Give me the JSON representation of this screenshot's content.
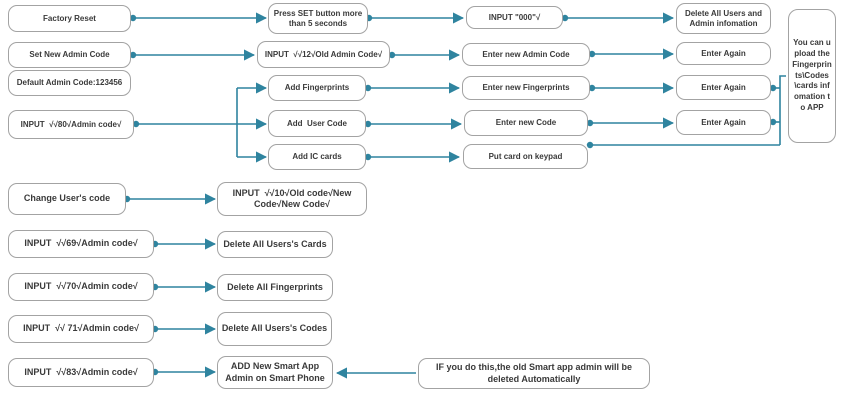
{
  "colors": {
    "connector_line": "#2f849f",
    "box_border": "#a3a3a3",
    "box_fill": "#ffffff",
    "text": "#3a3a3a"
  },
  "nodes": {
    "factory_reset": "Factory Reset",
    "press_set": "Press SET button more than 5 seconds",
    "input_000": "INPUT \"000\"√",
    "delete_all_users_admin": "Delete All Users and Admin infomation",
    "set_new_admin_code": "Set New Admin Code",
    "input_12": "INPUT  √√12√Old Admin Code√",
    "enter_new_admin_code": "Enter new Admin Code",
    "enter_again_admin": "Enter Again",
    "default_admin_code": "Default Admin Code:123456",
    "add_fingerprints": "Add Fingerprints",
    "enter_new_fingerprints": "Enter new Fingerprints",
    "enter_again_fingerprints": "Enter Again",
    "input_80": "INPUT  √√80√Admin code√",
    "add_user_code": "Add  User Code",
    "enter_new_code": "Enter new Code",
    "enter_again_code": "Enter Again",
    "add_ic_cards": "Add IC cards",
    "put_card_on_keypad": "Put card on keypad",
    "upload_note": "You can upload the Fingerprints\\Codes \\cards infomation to APP",
    "change_users_code": "Change User's code",
    "input_10": "INPUT  √√10√Old code√New Code√New Code√",
    "input_69": "INPUT  √√69√Admin code√",
    "delete_all_users_cards": "Delete All Users's Cards",
    "input_70": "INPUT  √√70√Admin code√",
    "delete_all_fingerprints": "Delete All Fingerprints",
    "input_71": "INPUT  √√ 71√Admin code√",
    "delete_all_users_codes": "Delete All Users's Codes",
    "input_83": "INPUT  √√83√Admin code√",
    "add_new_smart_app_admin": "ADD New Smart App Admin on Smart Phone",
    "if_you_do_this": "IF you do this,the old Smart app admin will be deleted Automatically"
  }
}
